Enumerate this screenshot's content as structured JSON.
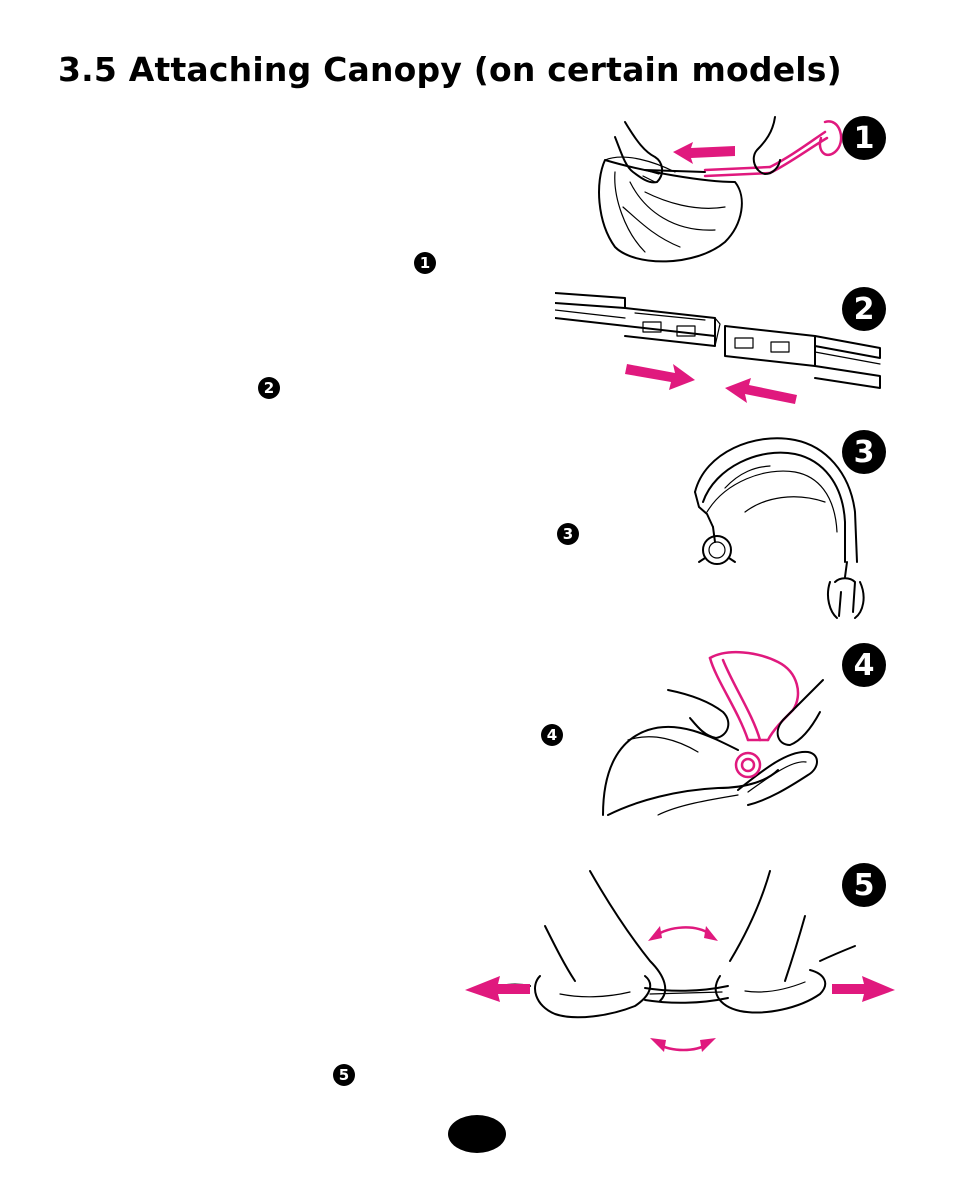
{
  "page": {
    "title": "3.5 Attaching Canopy (on certain models)",
    "page_number": ""
  },
  "steps": [
    {
      "number": "1"
    },
    {
      "number": "2"
    },
    {
      "number": "3"
    },
    {
      "number": "4"
    },
    {
      "number": "5"
    }
  ],
  "colors": {
    "accent": "#e0197e",
    "ink": "#000000"
  }
}
